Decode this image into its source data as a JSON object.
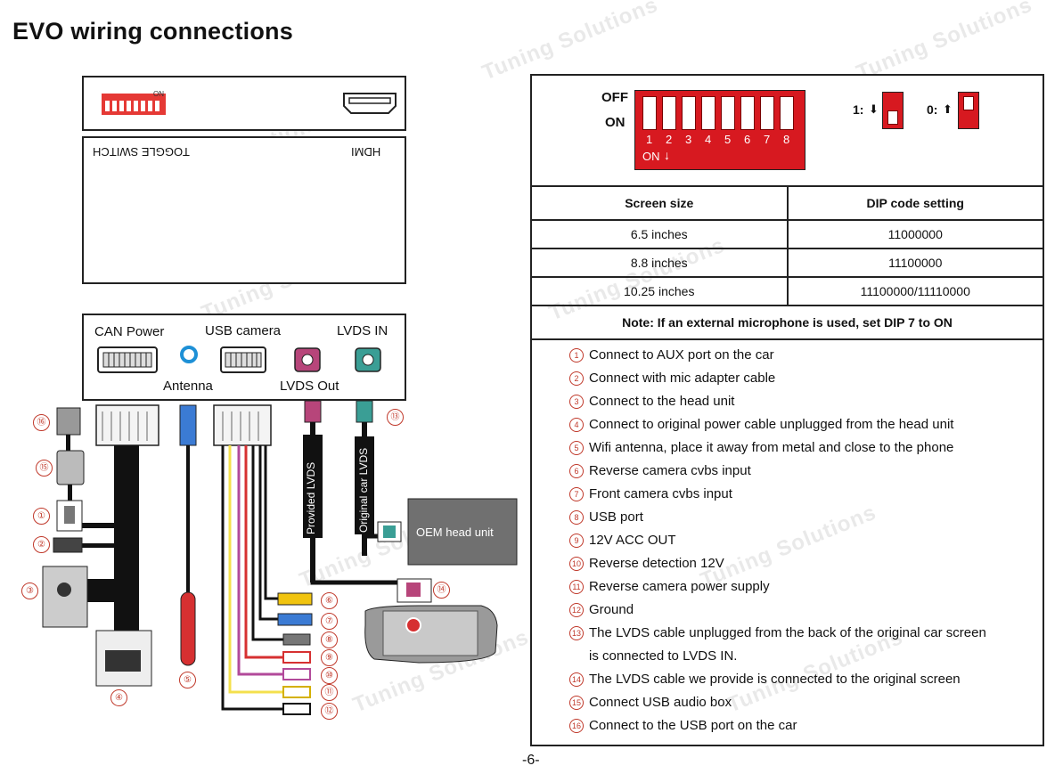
{
  "title": "EVO wiring connections",
  "page_number": "-6-",
  "watermark": "Tuning Solutions",
  "module_top": {
    "toggle_switch_label": "TOGGLE SWITCH",
    "hdmi_label": "HDMI",
    "mini_dip_text": "ON"
  },
  "module_front": {
    "can_power": "CAN Power",
    "usb_camera": "USB camera",
    "lvds_in": "LVDS IN",
    "antenna": "Antenna",
    "lvds_out": "LVDS Out"
  },
  "cables": {
    "provided_lvds": "Provided LVDS",
    "original_lvds": "Original car LVDS",
    "oem_head_unit": "OEM head unit"
  },
  "callouts": [
    "①",
    "②",
    "③",
    "④",
    "⑤",
    "⑥",
    "⑦",
    "⑧",
    "⑨",
    "⑩",
    "⑪",
    "⑫",
    "⑬",
    "⑭",
    "⑮",
    "⑯"
  ],
  "dip_switch": {
    "off_label": "OFF",
    "on_label": "ON",
    "positions": [
      "1",
      "2",
      "3",
      "4",
      "5",
      "6",
      "7",
      "8"
    ],
    "on_arrow_label": "ON",
    "setting_one": "1:",
    "setting_zero": "0:",
    "switch_color": "#d71920"
  },
  "table": {
    "headers": [
      "Screen size",
      "DIP code setting"
    ],
    "rows": [
      [
        "6.5 inches",
        "11000000"
      ],
      [
        "8.8 inches",
        "11100000"
      ],
      [
        "10.25 inches",
        "11100000/11110000"
      ]
    ],
    "note": "Note: If an external microphone is used, set DIP 7 to ON"
  },
  "legend": [
    {
      "num": "1",
      "text": "Connect to AUX port on the car"
    },
    {
      "num": "2",
      "text": "Connect with mic adapter cable"
    },
    {
      "num": "3",
      "text": "Connect to the head unit"
    },
    {
      "num": "4",
      "text": "Connect to original power cable unplugged from the head unit"
    },
    {
      "num": "5",
      "text": "Wifi antenna, place it away from metal and close to the phone"
    },
    {
      "num": "6",
      "text": "Reverse camera cvbs input"
    },
    {
      "num": "7",
      "text": "Front camera cvbs input"
    },
    {
      "num": "8",
      "text": "USB port"
    },
    {
      "num": "9",
      "text": "12V ACC OUT"
    },
    {
      "num": "10",
      "text": "Reverse detection 12V"
    },
    {
      "num": "11",
      "text": "Reverse camera power supply"
    },
    {
      "num": "12",
      "text": "Ground"
    },
    {
      "num": "13",
      "text": "The LVDS cable unplugged from the back of the original car screen"
    },
    {
      "num": "",
      "text": "is connected to LVDS IN."
    },
    {
      "num": "14",
      "text": "The LVDS cable we provide is connected to the original screen"
    },
    {
      "num": "15",
      "text": "Connect USB audio box"
    },
    {
      "num": "16",
      "text": "Connect to the USB port on the car"
    }
  ]
}
